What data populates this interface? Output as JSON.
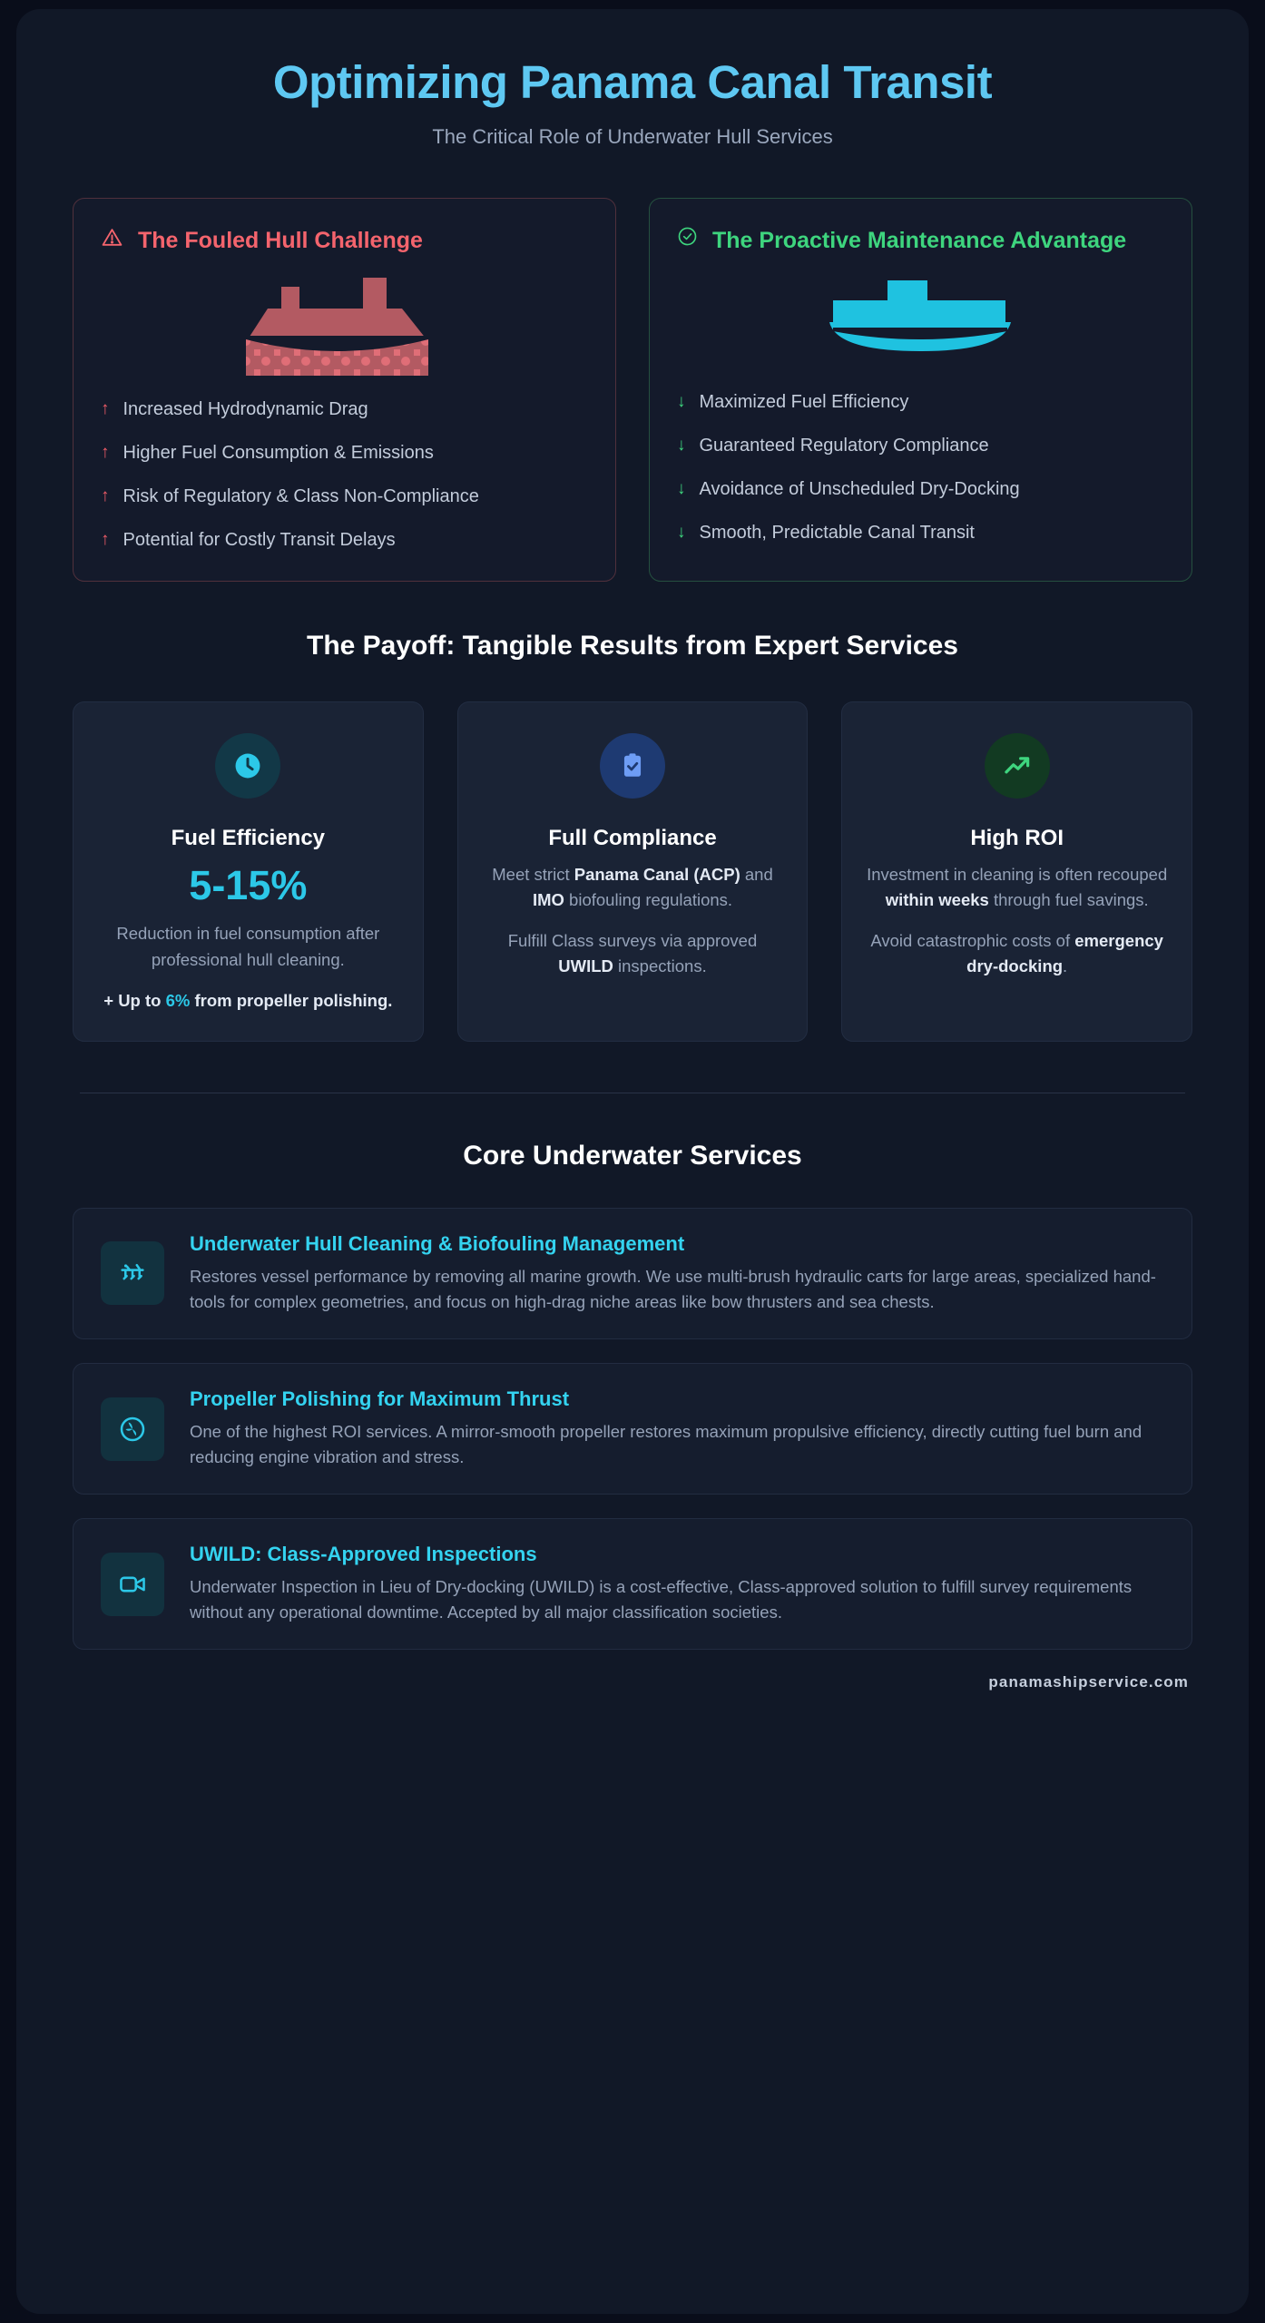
{
  "header": {
    "title": "Optimizing Panama Canal Transit",
    "subtitle": "The Critical Role of Underwater Hull Services"
  },
  "compare": {
    "bad": {
      "icon": "warning-triangle-icon",
      "title": "The Fouled Hull Challenge",
      "illustration": "fouled-ship-illustration",
      "accent": "#f4646d",
      "items": [
        "Increased Hydrodynamic Drag",
        "Higher Fuel Consumption & Emissions",
        "Risk of Regulatory & Class Non-Compliance",
        "Potential for Costly Transit Delays"
      ]
    },
    "good": {
      "icon": "check-circle-icon",
      "title": "The Proactive Maintenance Advantage",
      "illustration": "clean-ship-illustration",
      "accent": "#3ed57e",
      "items": [
        "Maximized Fuel Efficiency",
        "Guaranteed Regulatory Compliance",
        "Avoidance of Unscheduled Dry-Docking",
        "Smooth, Predictable Canal Transit"
      ]
    }
  },
  "payoff": {
    "title": "The Payoff: Tangible Results from Expert Services",
    "cards": [
      {
        "icon": "clock-icon",
        "title": "Fuel Efficiency",
        "big_number": "5-15%",
        "body_1": "Reduction in fuel consumption after professional hull cleaning.",
        "body_2_pre": "+ Up to ",
        "body_2_highlight": "6%",
        "body_2_post": " from propeller polishing."
      },
      {
        "icon": "clipboard-check-icon",
        "title": "Full Compliance",
        "body_1_pre": "Meet strict ",
        "body_1_b1": "Panama Canal (ACP)",
        "body_1_mid": " and ",
        "body_1_b2": "IMO",
        "body_1_post": " biofouling regulations.",
        "body_2_pre": "Fulfill Class surveys via approved ",
        "body_2_b1": "UWILD",
        "body_2_post": " inspections."
      },
      {
        "icon": "trending-up-icon",
        "title": "High ROI",
        "body_1_pre": "Investment in cleaning is often recouped ",
        "body_1_b1": "within weeks",
        "body_1_post": " through fuel savings.",
        "body_2_pre": "Avoid catastrophic costs of ",
        "body_2_b1": "emergency dry-docking",
        "body_2_post": "."
      }
    ]
  },
  "services": {
    "title": "Core Underwater Services",
    "items": [
      {
        "icon": "hull-cleaning-cart-icon",
        "title": "Underwater Hull Cleaning & Biofouling Management",
        "text": "Restores vessel performance by removing all marine growth. We use multi-brush hydraulic carts for large areas, specialized hand-tools for complex geometries, and focus on high-drag niche areas like bow thrusters and sea chests."
      },
      {
        "icon": "propeller-icon",
        "title": "Propeller Polishing for Maximum Thrust",
        "text": "One of the highest ROI services. A mirror-smooth propeller restores maximum propulsive efficiency, directly cutting fuel burn and reducing engine vibration and stress."
      },
      {
        "icon": "video-camera-icon",
        "title": "UWILD: Class-Approved Inspections",
        "text": "Underwater Inspection in Lieu of Dry-docking (UWILD) is a cost-effective, Class-approved solution to fulfill survey requirements without any operational downtime. Accepted by all major classification societies."
      }
    ]
  },
  "footer": {
    "website": "panamashipservice.com"
  }
}
